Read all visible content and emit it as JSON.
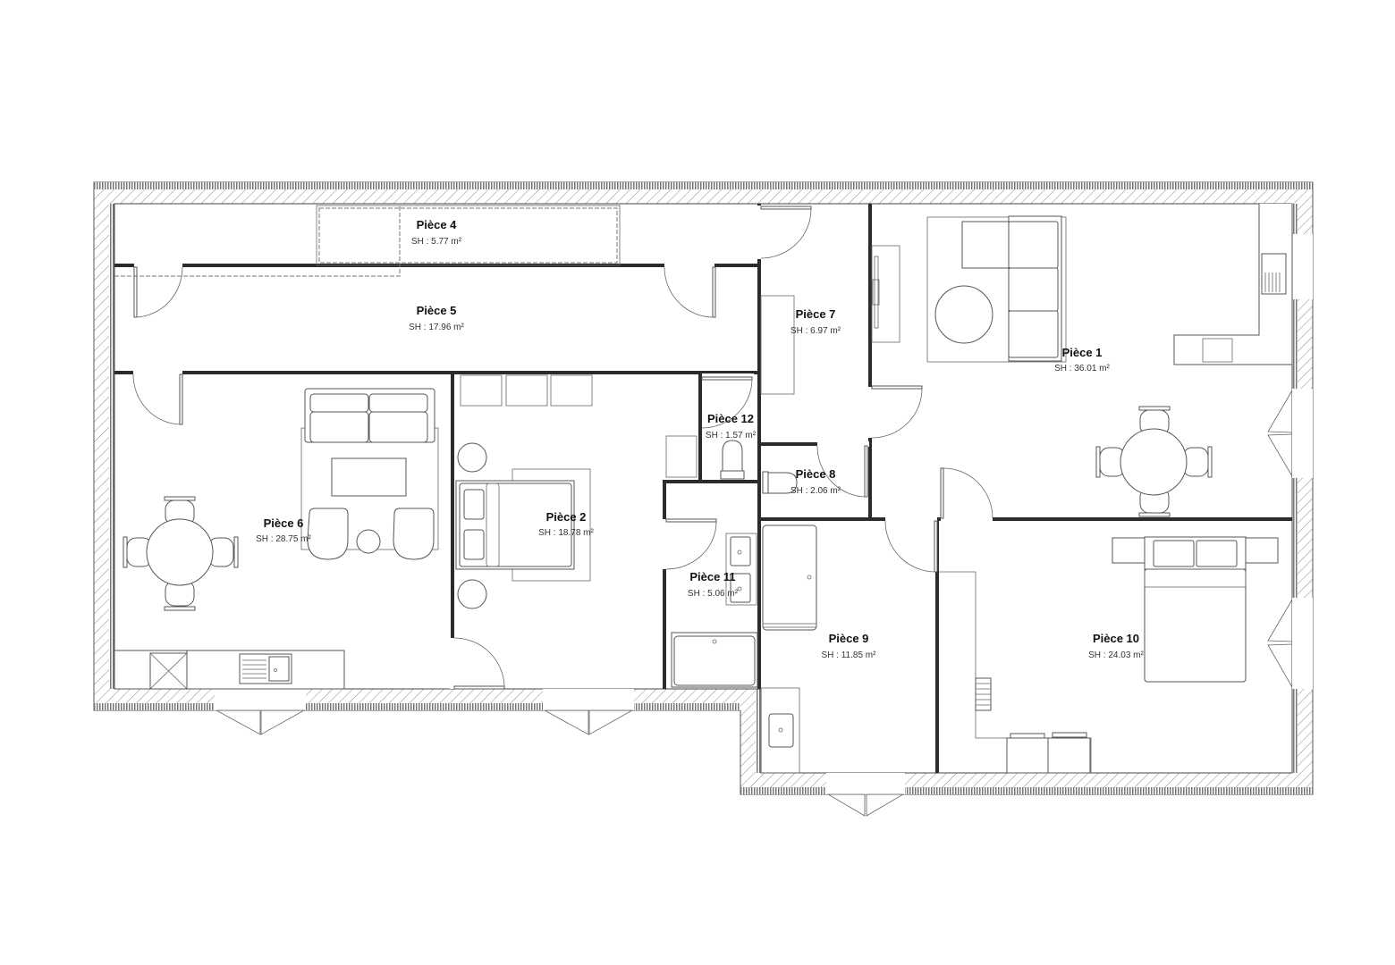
{
  "plan": {
    "type": "floor-plan",
    "area_prefix": "SH",
    "unit": "m²",
    "rooms": [
      {
        "id": "piece-1",
        "name": "Pièce 1",
        "area": "SH : 36.01 m²"
      },
      {
        "id": "piece-2",
        "name": "Pièce 2",
        "area": "SH : 18.78 m²"
      },
      {
        "id": "piece-4",
        "name": "Pièce 4",
        "area": "SH : 5.77 m²"
      },
      {
        "id": "piece-5",
        "name": "Pièce 5",
        "area": "SH : 17.96 m²"
      },
      {
        "id": "piece-6",
        "name": "Pièce 6",
        "area": "SH : 28.75 m²"
      },
      {
        "id": "piece-7",
        "name": "Pièce 7",
        "area": "SH : 6.97 m²"
      },
      {
        "id": "piece-8",
        "name": "Pièce 8",
        "area": "SH : 2.06 m²"
      },
      {
        "id": "piece-9",
        "name": "Pièce 9",
        "area": "SH : 11.85 m²"
      },
      {
        "id": "piece-10",
        "name": "Pièce 10",
        "area": "SH : 24.03 m²"
      },
      {
        "id": "piece-11",
        "name": "Pièce 11",
        "area": "SH : 5.06 m²"
      },
      {
        "id": "piece-12",
        "name": "Pièce 12",
        "area": "SH : 1.57 m²"
      }
    ],
    "colors": {
      "wall_fill": "#ffffff",
      "wall_hatch": "#888888",
      "interior_wall": "#2b2b2b",
      "furniture_stroke": "#555555"
    }
  }
}
